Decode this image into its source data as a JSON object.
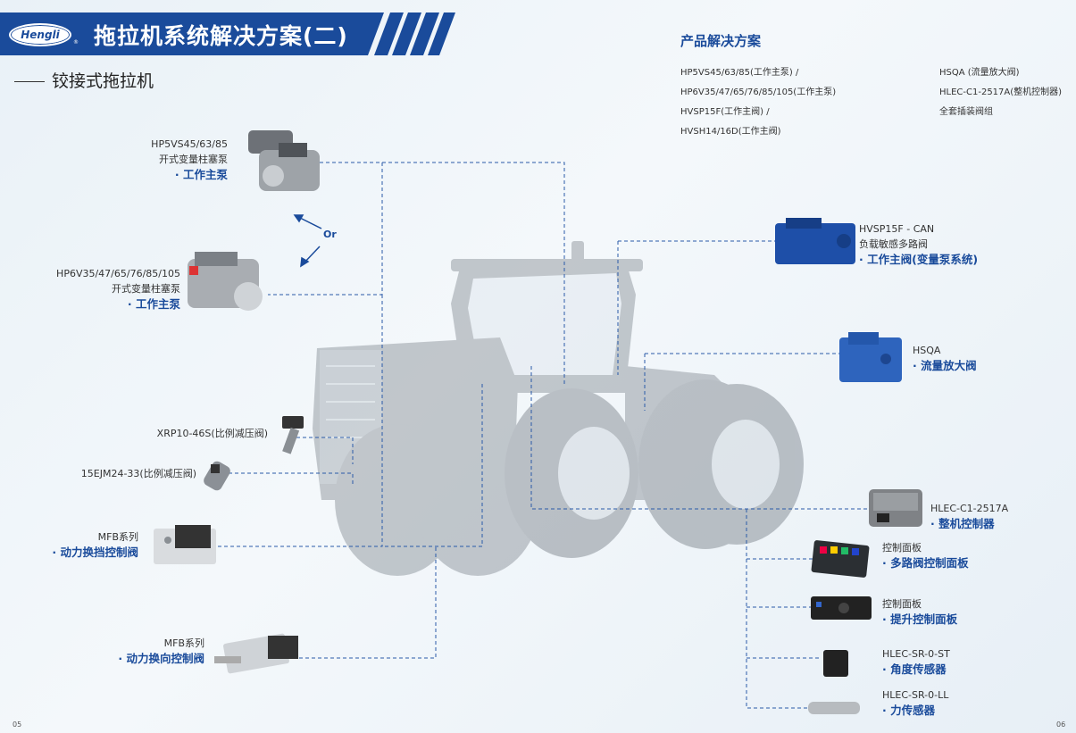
{
  "header": {
    "logo_text": "Hengli",
    "logo_reg": "®",
    "title": "拖拉机系统解决方案(二)",
    "subtitle": "铰接式拖拉机"
  },
  "solutions": {
    "title": "产品解决方案",
    "col1": [
      "HP5VS45/63/85(工作主泵) /",
      "HP6V35/47/65/76/85/105(工作主泵)",
      "HVSP15F(工作主阀) /",
      "HVSH14/16D(工作主阀)"
    ],
    "col2": [
      "HSQA (流量放大阀)",
      "HLEC-C1-2517A(整机控制器)",
      "全套插装阀组"
    ]
  },
  "left_items": {
    "pump1": {
      "model": "HP5VS45/63/85",
      "desc": "开式变量柱塞泵",
      "role": "· 工作主泵"
    },
    "or_text": "Or",
    "pump2": {
      "model": "HP6V35/47/65/76/85/105",
      "desc": "开式变量柱塞泵",
      "role": "· 工作主泵"
    },
    "xrp": {
      "label": "XRP10-46S(比例减压阀)"
    },
    "ejm": {
      "label": "15EJM24-33(比例减压阀)"
    },
    "mfb1": {
      "model": "MFB系列",
      "role": "· 动力换挡控制阀"
    },
    "mfb2": {
      "model": "MFB系列",
      "role": "· 动力换向控制阀"
    }
  },
  "right_items": {
    "hvsp": {
      "model": "HVSP15F - CAN",
      "desc": "负载敏感多路阀",
      "role": "· 工作主阀(变量泵系统)"
    },
    "hsqa": {
      "model": "HSQA",
      "role": "· 流量放大阀"
    },
    "hlec": {
      "model": "HLEC-C1-2517A",
      "role": "· 整机控制器"
    },
    "panel1": {
      "model": "控制面板",
      "role": "· 多路阀控制面板"
    },
    "panel2": {
      "model": "控制面板",
      "role": "· 提升控制面板"
    },
    "angle": {
      "model": "HLEC-SR-0-ST",
      "role": "· 角度传感器"
    },
    "force": {
      "model": "HLEC-SR-0-LL",
      "role": "· 力传感器"
    }
  },
  "pages": {
    "left": "05",
    "right": "06"
  },
  "colors": {
    "brand_blue": "#1a4b9b",
    "line_blue": "#2a5aa8"
  }
}
